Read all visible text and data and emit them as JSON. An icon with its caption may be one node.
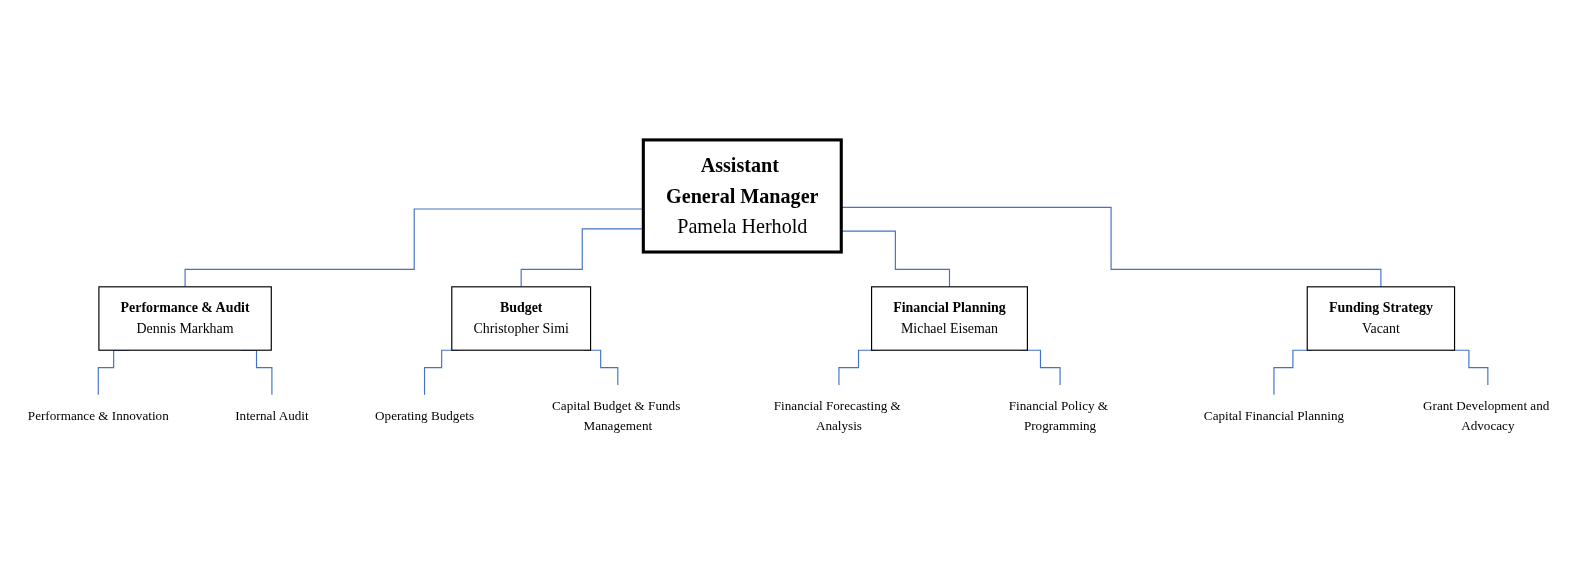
{
  "diagram": {
    "nodes": [
      {
        "text": [
          "Assistant General Manager",
          "Pamela Herhold"
        ]
      },
      {
        "text": [
          "Performance & Audit",
          "Dennis Markham"
        ]
      },
      {
        "text": [
          "Budget",
          "Christopher Simi"
        ]
      },
      {
        "text": [
          "Financial Planning",
          "Michael Eiseman"
        ]
      },
      {
        "text": [
          "Funding Strategy",
          "Vacant"
        ]
      },
      {
        "text": [
          "Performance & Innovation"
        ]
      },
      {
        "text": [
          "Internal Audit"
        ]
      },
      {
        "text": [
          "Operating Budgets"
        ]
      },
      {
        "text": [
          "Capital Budget & Funds Management"
        ]
      },
      {
        "text": [
          "Financial Forecasting & Analysis"
        ]
      },
      {
        "text": [
          "Financial Policy & Programming"
        ]
      },
      {
        "text": [
          "Capital Financial Planning"
        ]
      },
      {
        "text": [
          "Grant Development and Advocacy"
        ]
      }
    ],
    "edges": [
      {
        "from": 0,
        "to": 1,
        "arrow": "none"
      },
      {
        "from": 0,
        "to": 2,
        "arrow": "none"
      },
      {
        "from": 0,
        "to": 3,
        "arrow": "none"
      },
      {
        "from": 0,
        "to": 4,
        "arrow": "none"
      },
      {
        "from": 1,
        "to": 5,
        "arrow": "none"
      },
      {
        "from": 1,
        "to": 6,
        "arrow": "none"
      },
      {
        "from": 2,
        "to": 7,
        "arrow": "none"
      },
      {
        "from": 2,
        "to": 8,
        "arrow": "none"
      },
      {
        "from": 3,
        "to": 9,
        "arrow": "none"
      },
      {
        "from": 3,
        "to": 10,
        "arrow": "none"
      },
      {
        "from": 4,
        "to": 11,
        "arrow": "none"
      },
      {
        "from": 4,
        "to": 12,
        "arrow": "none"
      }
    ]
  }
}
